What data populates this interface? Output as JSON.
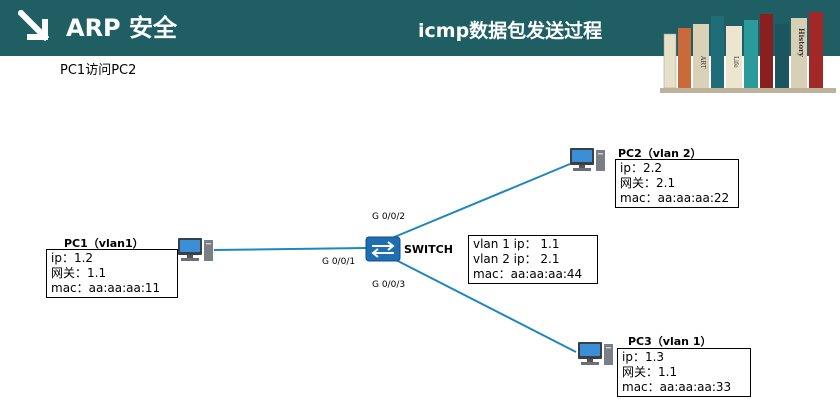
{
  "header": {
    "title": "ARP 安全",
    "subtitle": "icmp数据包发送过程",
    "book_spines": [
      "ART",
      "Life",
      "History"
    ]
  },
  "scenario": "PC1访问PC2",
  "devices": {
    "pc1": {
      "label": "PC1（vlan1）",
      "info": [
        "ip：1.2",
        "网关：1.1",
        "mac：aa:aa:aa:11"
      ]
    },
    "pc2": {
      "label": "PC2（vlan 2）",
      "info": [
        "ip：2.2",
        "网关：2.1",
        "mac：aa:aa:aa:22"
      ]
    },
    "pc3": {
      "label": "PC3（vlan 1）",
      "info": [
        "ip：1.3",
        "网关：1.1",
        "mac：aa:aa:aa:33"
      ]
    },
    "switch": {
      "label": "SWITCH",
      "info": [
        "vlan 1 ip：  1.1",
        "vlan 2 ip：  2.1",
        "mac：aa:aa:aa:44"
      ]
    }
  },
  "ports": {
    "p1": "G 0/0/1",
    "p2": "G 0/0/2",
    "p3": "G 0/0/3"
  },
  "colors": {
    "header_bg": "#1f5f63",
    "link": "#1f87bf",
    "switch": "#1f6fb0"
  }
}
